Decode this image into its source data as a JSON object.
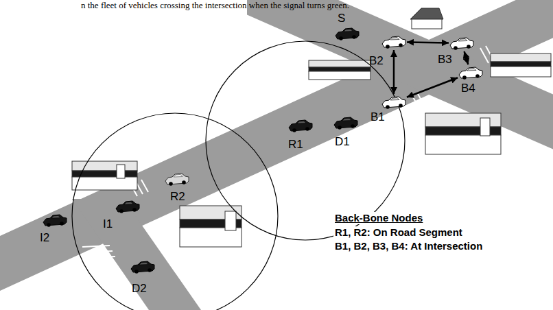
{
  "diagram": {
    "nodes": [
      {
        "text": [
          "S"
        ]
      },
      {
        "text": [
          "B2"
        ]
      },
      {
        "text": [
          "B3"
        ]
      },
      {
        "text": [
          "B4"
        ]
      },
      {
        "text": [
          "B1"
        ]
      },
      {
        "text": [
          "R1"
        ]
      },
      {
        "text": [
          "D1"
        ]
      },
      {
        "text": [
          "R2"
        ]
      },
      {
        "text": [
          "I2"
        ]
      },
      {
        "text": [
          "I1"
        ]
      },
      {
        "text": [
          "D2"
        ]
      }
    ],
    "edges": [
      {
        "from": 1,
        "to": 2,
        "arrow": "both"
      },
      {
        "from": 1,
        "to": 4,
        "arrow": "both"
      },
      {
        "from": 2,
        "to": 3,
        "arrow": "both"
      },
      {
        "from": 4,
        "to": 3,
        "arrow": "both"
      }
    ],
    "labels": [
      "n the fleet of vehicles crossing the intersection when the signal turns green.",
      "Back-Bone Nodes",
      "R1, R2: On Road Segment",
      "B1, B2, B3, B4: At Intersection"
    ]
  }
}
